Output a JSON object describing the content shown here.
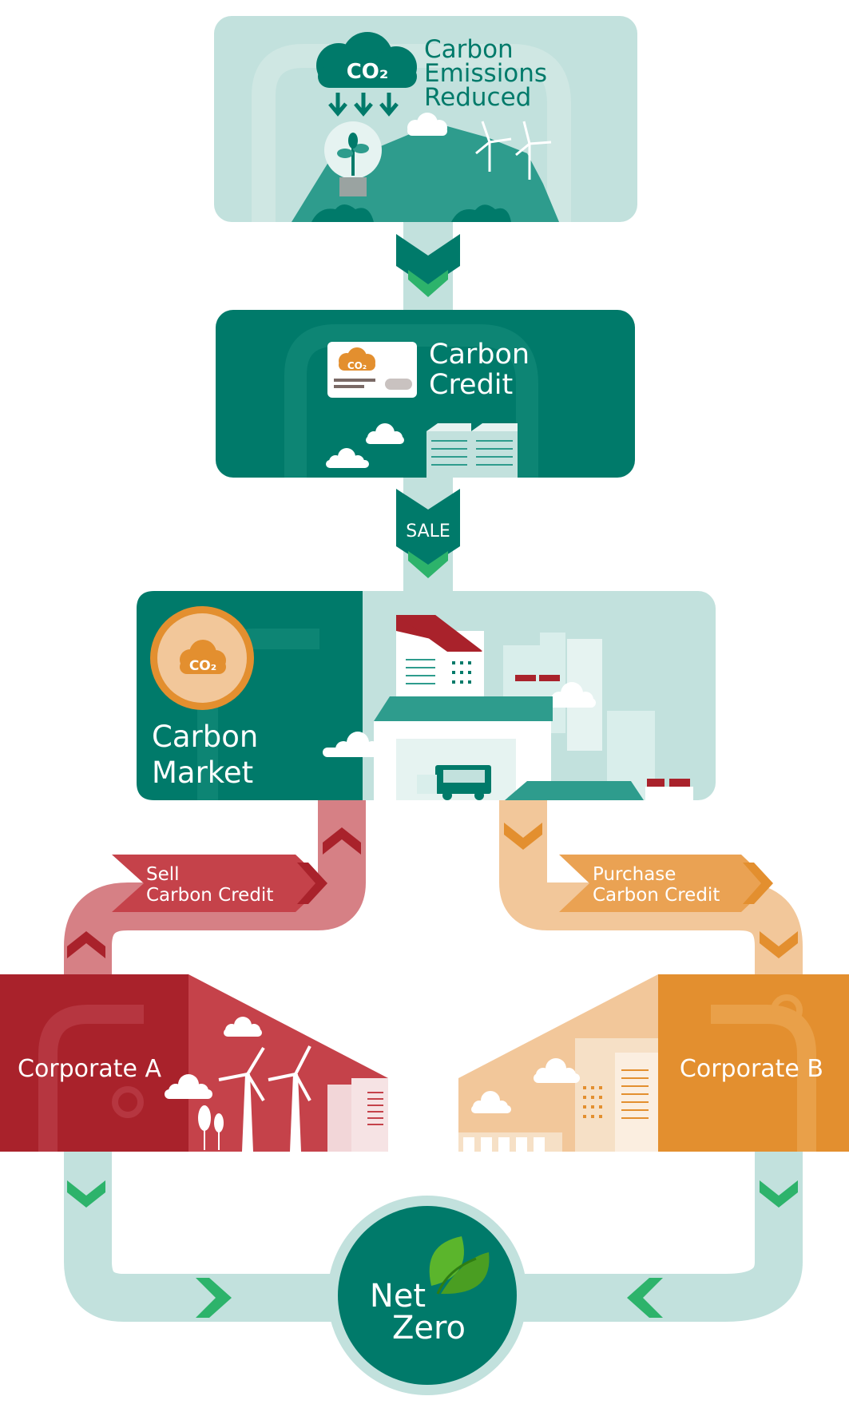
{
  "colors": {
    "teal_dark": "#007a6a",
    "teal_mid": "#2e9c8d",
    "teal_light": "#c2e1dd",
    "teal_pale": "#d9eeeb",
    "green_bright": "#2db36b",
    "red_dark": "#a9222b",
    "red_mid": "#c5424a",
    "red_light": "#d68085",
    "orange_dark": "#e38f2f",
    "orange_mid": "#eaa253",
    "orange_light": "#f2c79a",
    "leaf_green": "#5bb52c",
    "white": "#ffffff"
  },
  "boxes": {
    "emissions": {
      "line1": "Carbon",
      "line2": "Emissions",
      "line3": "Reduced",
      "icon_text": "CO₂"
    },
    "credit": {
      "line1": "Carbon",
      "line2": "Credit",
      "icon_text": "CO₂"
    },
    "market": {
      "line1": "Carbon",
      "line2": "Market",
      "icon_text": "CO₂"
    },
    "corporate_a": {
      "label": "Corporate A"
    },
    "corporate_b": {
      "label": "Corporate B"
    },
    "net_zero": {
      "line1": "Net",
      "line2": "Zero"
    }
  },
  "flows": {
    "sale_label": "SALE",
    "sell": {
      "line1": "Sell",
      "line2": "Carbon Credit"
    },
    "purchase": {
      "line1": "Purchase",
      "line2": "Carbon Credit"
    }
  },
  "icons": [
    "cloud-co2-icon",
    "down-arrows-icon",
    "lightbulb-plant-icon",
    "wind-turbine-icon",
    "credit-card-icon",
    "coin-co2-icon",
    "truck-icon",
    "leaf-icon",
    "chevron-down-icon",
    "chevron-up-icon",
    "chevron-right-icon",
    "chevron-left-icon"
  ]
}
